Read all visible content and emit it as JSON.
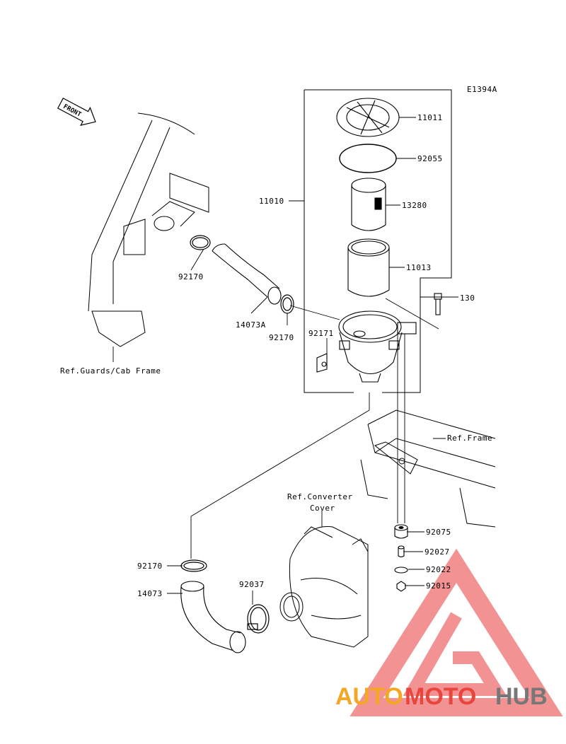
{
  "diagram": {
    "code": "E1394A",
    "front_label": "FRONT",
    "parts": {
      "p11011": "11011",
      "p92055": "92055",
      "p13280": "13280",
      "p11010": "11010",
      "p11013": "11013",
      "p130": "130",
      "p92170a": "92170",
      "p14073A": "14073A",
      "p92170b": "92170",
      "p92171": "92171",
      "p92075": "92075",
      "p92027": "92027",
      "p92022": "92022",
      "p92015": "92015",
      "p92170c": "92170",
      "p14073": "14073",
      "p92037": "92037"
    },
    "refs": {
      "guards": "Ref.Guards/Cab Frame",
      "frame": "Ref.Frame",
      "converter_line1": "Ref.Converter",
      "converter_line2": "Cover"
    }
  },
  "watermark": {
    "part1": "AUTO",
    "part2": "MOTO",
    "part3": "HUB",
    "color_orange": "#f5a623",
    "color_red": "#e8453c",
    "color_gray": "#777777"
  }
}
